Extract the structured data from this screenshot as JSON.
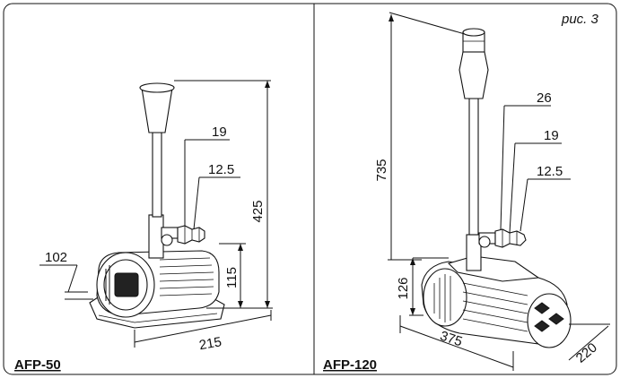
{
  "figure_label": "рис. 3",
  "left_panel": {
    "model_label": "AFP-50",
    "dimensions": {
      "total_height": "425",
      "body_height": "115",
      "width": "215",
      "depth": "102",
      "outlet_a": "19",
      "outlet_b": "12.5"
    }
  },
  "right_panel": {
    "model_label": "AFP-120",
    "dimensions": {
      "total_height": "735",
      "body_height": "126",
      "length": "375",
      "width": "220",
      "outlet_a": "26",
      "outlet_b": "19",
      "outlet_c": "12.5"
    }
  }
}
